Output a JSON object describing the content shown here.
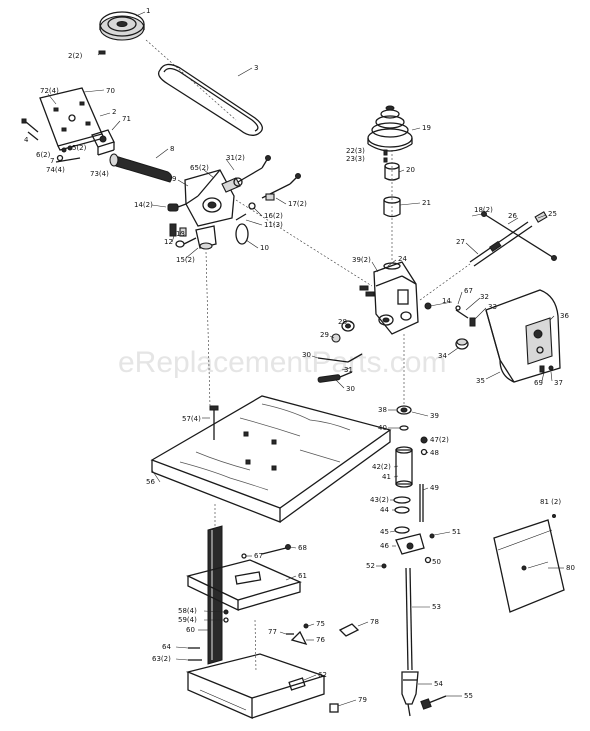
{
  "watermark": "eReplacementParts.com",
  "callouts": [
    {
      "id": "c1",
      "text": "1"
    },
    {
      "id": "c2b",
      "text": "2(2)"
    },
    {
      "id": "c3",
      "text": "3"
    },
    {
      "id": "c72",
      "text": "72(4)"
    },
    {
      "id": "c70",
      "text": "70"
    },
    {
      "id": "c2",
      "text": "2"
    },
    {
      "id": "c71",
      "text": "71"
    },
    {
      "id": "c4",
      "text": "4"
    },
    {
      "id": "c5",
      "text": "5(2)"
    },
    {
      "id": "c6",
      "text": "6(2)"
    },
    {
      "id": "c7",
      "text": "7"
    },
    {
      "id": "c74",
      "text": "74(4)"
    },
    {
      "id": "c73",
      "text": "73(4)"
    },
    {
      "id": "c8",
      "text": "8"
    },
    {
      "id": "c31",
      "text": "31(2)"
    },
    {
      "id": "c65",
      "text": "65(2)"
    },
    {
      "id": "c9",
      "text": "9"
    },
    {
      "id": "c14b",
      "text": "14(2)"
    },
    {
      "id": "c17",
      "text": "17(2)"
    },
    {
      "id": "c16",
      "text": "16(2)"
    },
    {
      "id": "c11",
      "text": "11(3)"
    },
    {
      "id": "c12",
      "text": "12"
    },
    {
      "id": "c13",
      "text": "13"
    },
    {
      "id": "c10",
      "text": "10"
    },
    {
      "id": "c15",
      "text": "15(2)"
    },
    {
      "id": "c19",
      "text": "19"
    },
    {
      "id": "c22",
      "text": "22(3)"
    },
    {
      "id": "c23",
      "text": "23(3)"
    },
    {
      "id": "c20",
      "text": "20"
    },
    {
      "id": "c21",
      "text": "21"
    },
    {
      "id": "c18",
      "text": "18(2)"
    },
    {
      "id": "c26",
      "text": "26"
    },
    {
      "id": "c25",
      "text": "25"
    },
    {
      "id": "c27",
      "text": "27"
    },
    {
      "id": "c39",
      "text": "39(2)"
    },
    {
      "id": "c24",
      "text": "24"
    },
    {
      "id": "c67a",
      "text": "67"
    },
    {
      "id": "c14",
      "text": "14"
    },
    {
      "id": "c32",
      "text": "32"
    },
    {
      "id": "c33",
      "text": "33"
    },
    {
      "id": "c36",
      "text": "36"
    },
    {
      "id": "c29",
      "text": "29"
    },
    {
      "id": "c28",
      "text": "28"
    },
    {
      "id": "c34",
      "text": "34"
    },
    {
      "id": "c30a",
      "text": "30"
    },
    {
      "id": "c31a",
      "text": "31"
    },
    {
      "id": "c30b",
      "text": "30"
    },
    {
      "id": "c35",
      "text": "35"
    },
    {
      "id": "c69",
      "text": "69"
    },
    {
      "id": "c37",
      "text": "37"
    },
    {
      "id": "c57",
      "text": "57(4)"
    },
    {
      "id": "c38",
      "text": "38"
    },
    {
      "id": "c39b",
      "text": "39"
    },
    {
      "id": "c40",
      "text": "40"
    },
    {
      "id": "c47",
      "text": "47(2)"
    },
    {
      "id": "c48",
      "text": "48"
    },
    {
      "id": "c42",
      "text": "42(2)"
    },
    {
      "id": "c41",
      "text": "41"
    },
    {
      "id": "c49",
      "text": "49"
    },
    {
      "id": "c56",
      "text": "56"
    },
    {
      "id": "c43",
      "text": "43(2)"
    },
    {
      "id": "c44",
      "text": "44"
    },
    {
      "id": "c81",
      "text": "81 (2)"
    },
    {
      "id": "c45",
      "text": "45"
    },
    {
      "id": "c51",
      "text": "51"
    },
    {
      "id": "c46",
      "text": "46"
    },
    {
      "id": "c50",
      "text": "50"
    },
    {
      "id": "c52",
      "text": "52"
    },
    {
      "id": "c80",
      "text": "80"
    },
    {
      "id": "c67b",
      "text": "67"
    },
    {
      "id": "c68",
      "text": "68"
    },
    {
      "id": "c61",
      "text": "61"
    },
    {
      "id": "c53",
      "text": "53"
    },
    {
      "id": "c58",
      "text": "58(4)"
    },
    {
      "id": "c59",
      "text": "59(4)"
    },
    {
      "id": "c60",
      "text": "60"
    },
    {
      "id": "c75",
      "text": "75"
    },
    {
      "id": "c78",
      "text": "78"
    },
    {
      "id": "c77",
      "text": "77"
    },
    {
      "id": "c76",
      "text": "76"
    },
    {
      "id": "c64",
      "text": "64"
    },
    {
      "id": "c63",
      "text": "63(2)"
    },
    {
      "id": "c62",
      "text": "62"
    },
    {
      "id": "c54",
      "text": "54"
    },
    {
      "id": "c55",
      "text": "55"
    },
    {
      "id": "c79",
      "text": "79"
    }
  ]
}
